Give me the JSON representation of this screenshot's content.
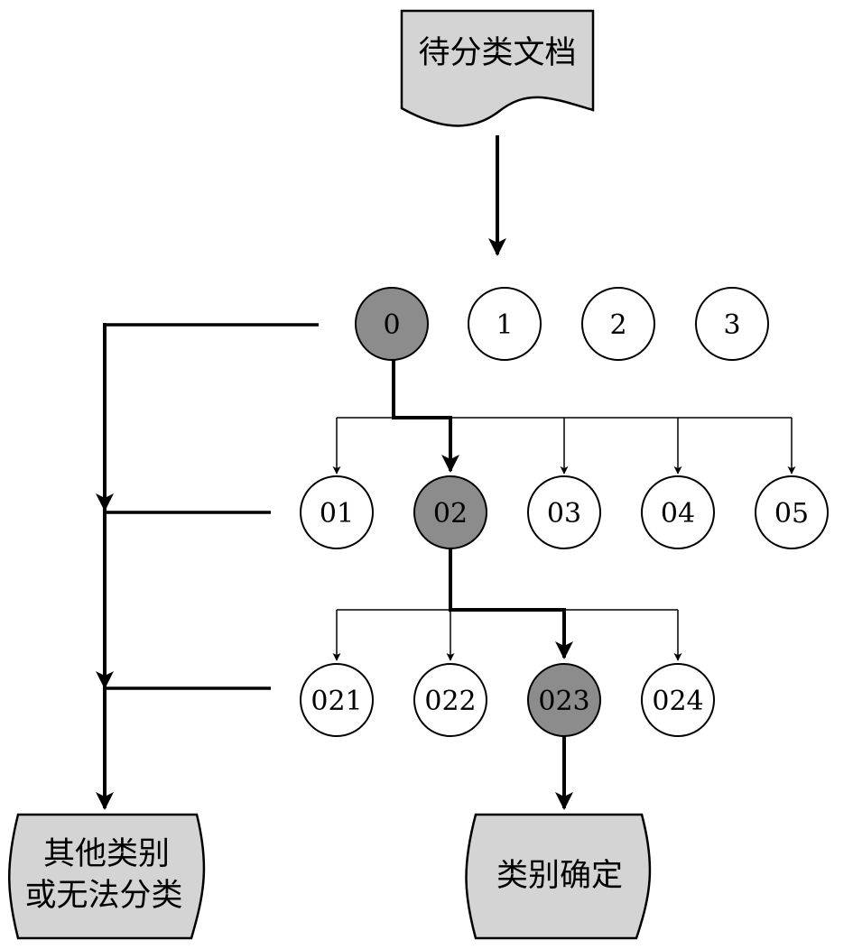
{
  "colors": {
    "highlight": "#8c8c8c",
    "node": "#ffffff",
    "document": "#d4d4d4",
    "line": "#000000"
  },
  "input_document": {
    "label": "待分类文档"
  },
  "output_documents": {
    "other": {
      "line1": "其他类别",
      "line2": "或无法分类"
    },
    "determined": {
      "label": "类别确定"
    }
  },
  "levels": [
    {
      "nodes": [
        {
          "label": "0",
          "selected": true
        },
        {
          "label": "1",
          "selected": false
        },
        {
          "label": "2",
          "selected": false
        },
        {
          "label": "3",
          "selected": false
        }
      ]
    },
    {
      "nodes": [
        {
          "label": "01",
          "selected": false
        },
        {
          "label": "02",
          "selected": true
        },
        {
          "label": "03",
          "selected": false
        },
        {
          "label": "04",
          "selected": false
        },
        {
          "label": "05",
          "selected": false
        }
      ]
    },
    {
      "nodes": [
        {
          "label": "021",
          "selected": false
        },
        {
          "label": "022",
          "selected": false
        },
        {
          "label": "023",
          "selected": true
        },
        {
          "label": "024",
          "selected": false
        }
      ]
    }
  ]
}
